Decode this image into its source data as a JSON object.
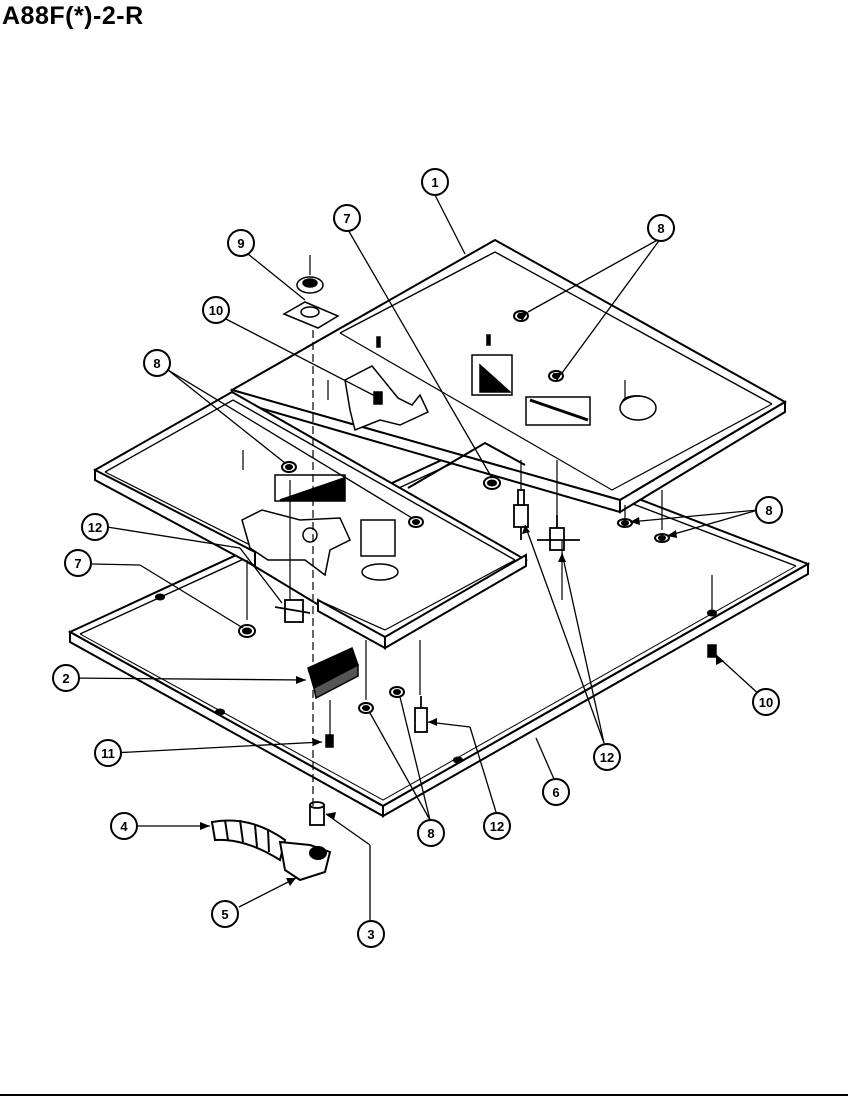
{
  "title": "A88F(*)-2-R",
  "callouts": {
    "c1": "1",
    "c2": "2",
    "c3": "3",
    "c4": "4",
    "c5": "5",
    "c6": "6",
    "c7a": "7",
    "c7b": "7",
    "c8a": "8",
    "c8b": "8",
    "c8c": "8",
    "c8d": "8",
    "c9": "9",
    "c10a": "10",
    "c10b": "10",
    "c11": "11",
    "c12a": "12",
    "c12b": "12",
    "c12c": "12"
  }
}
